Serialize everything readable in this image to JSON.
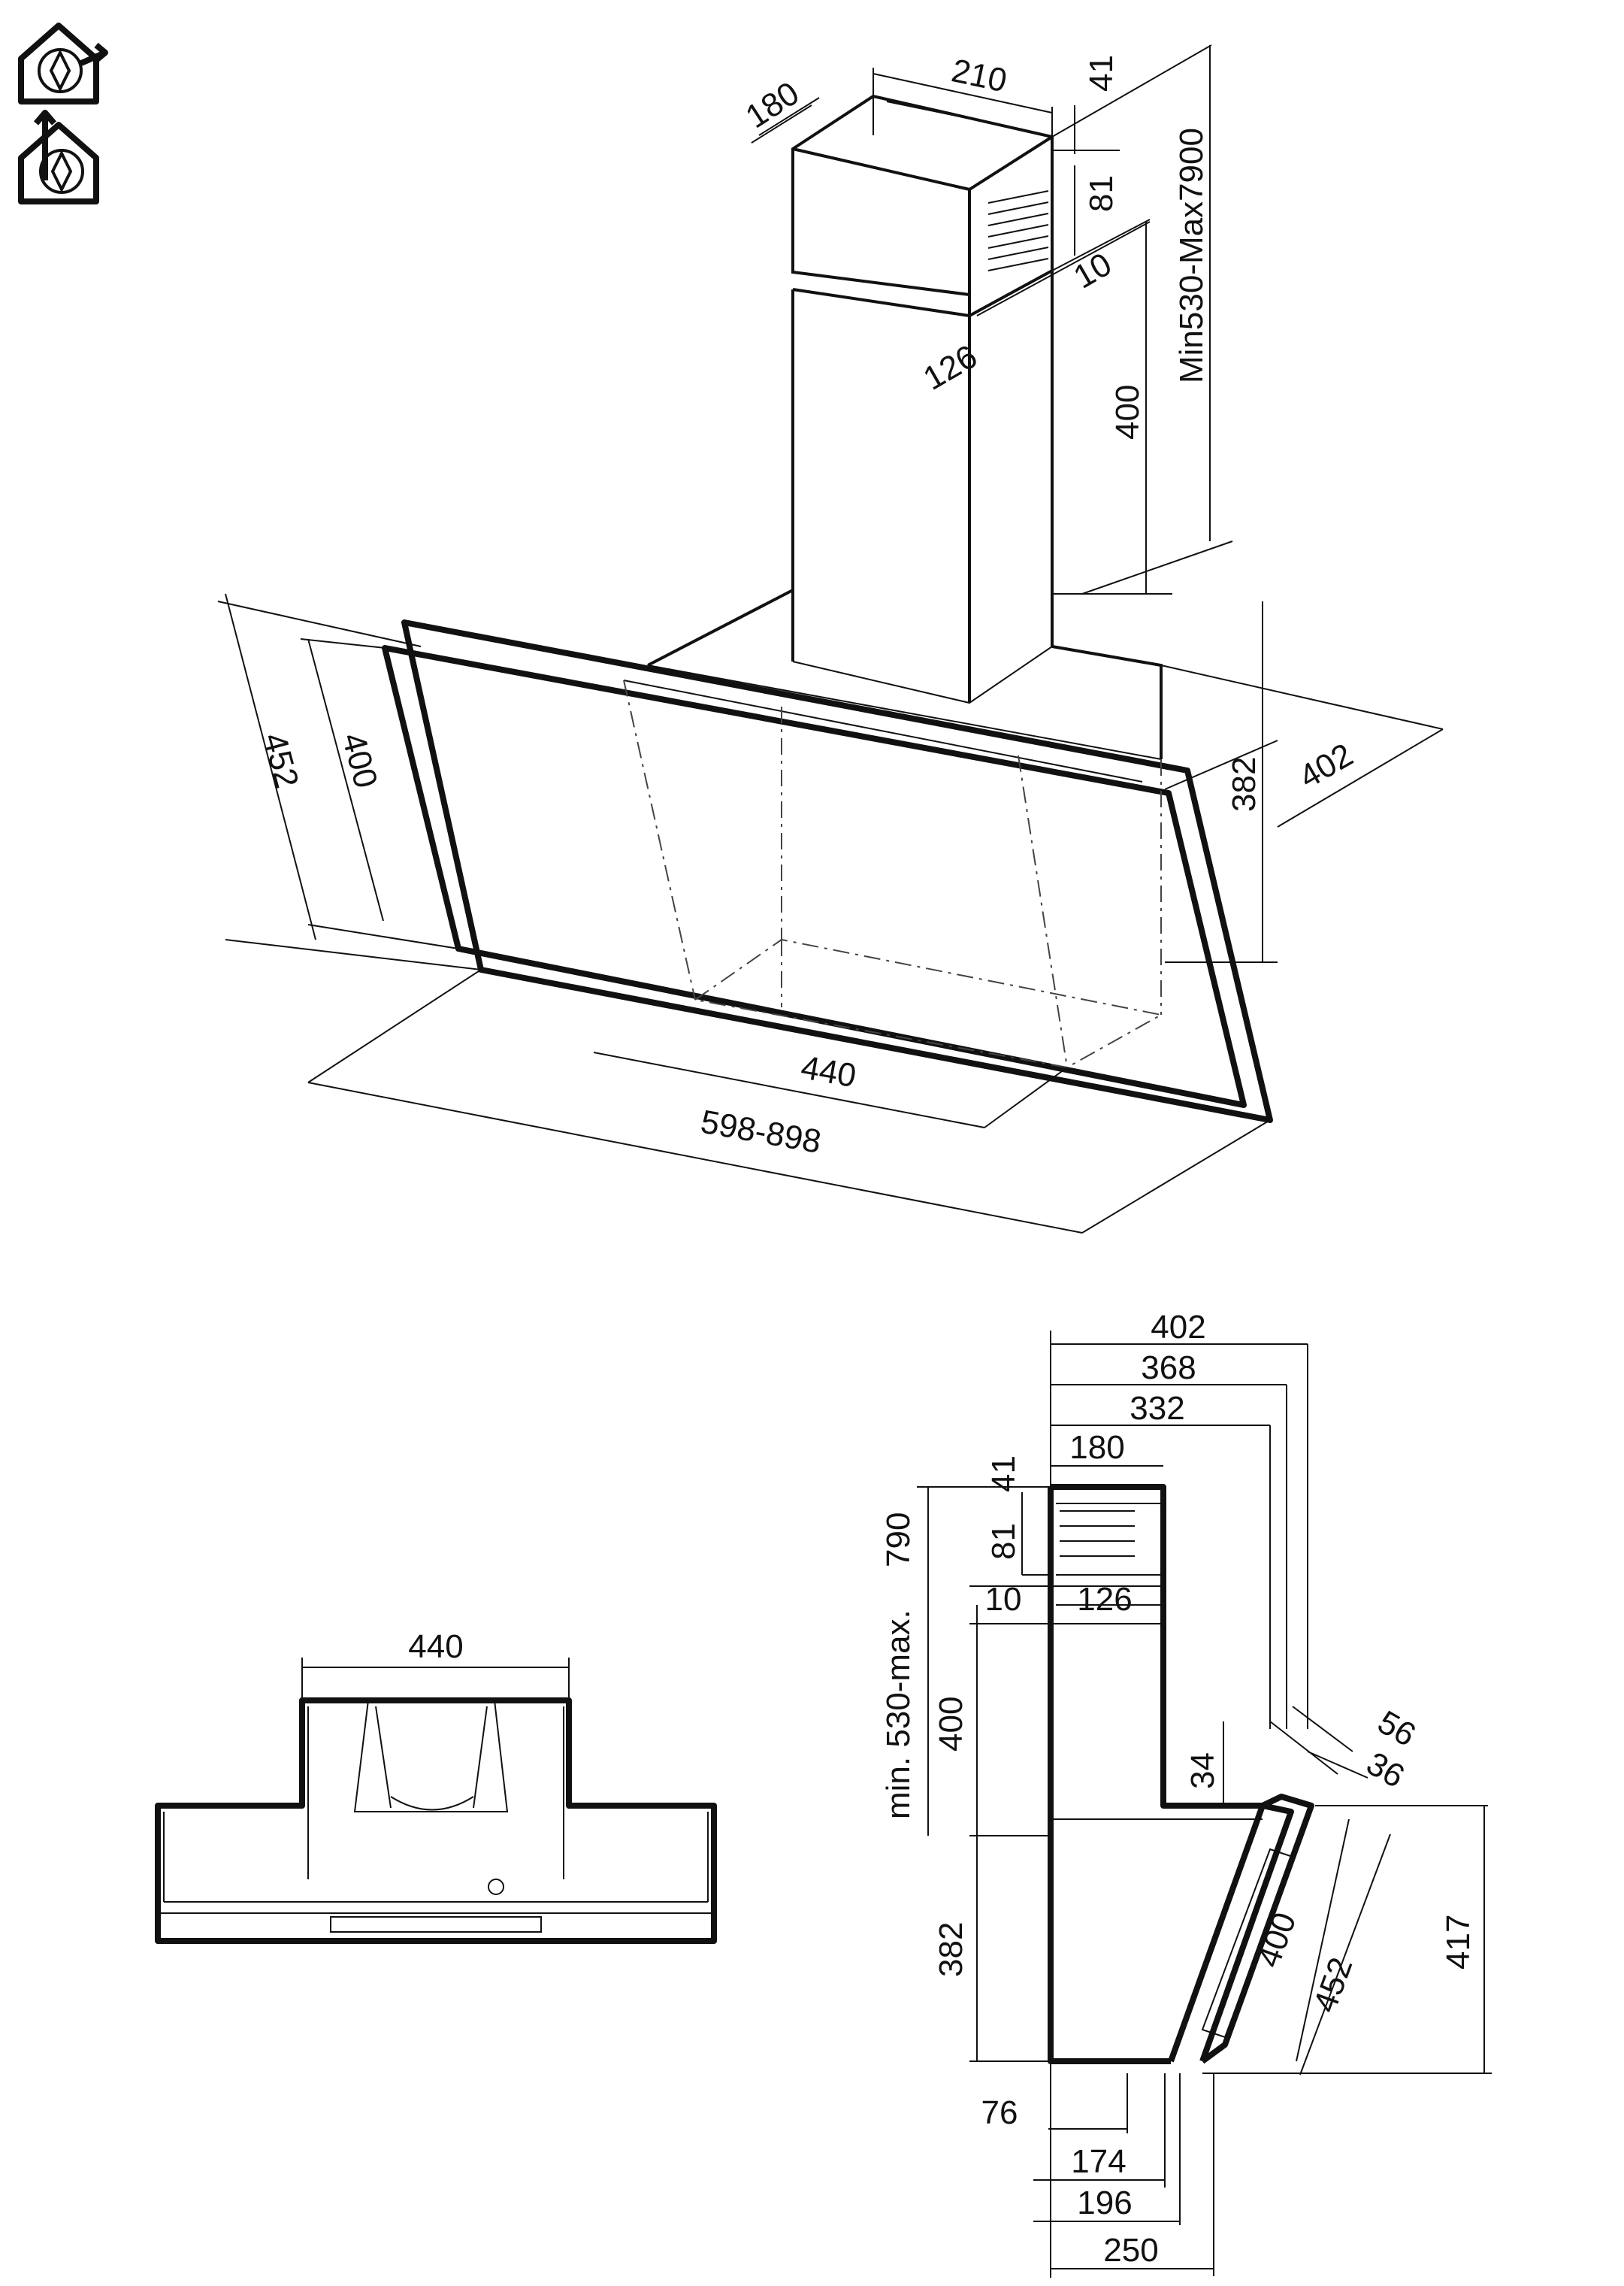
{
  "icons": [
    "recirculation-mode-icon",
    "extraction-mode-icon"
  ],
  "iso": {
    "chimney_depth": "180",
    "chimney_width": "210",
    "top_offset": "41",
    "vent_height": "81",
    "slot_offset": "10",
    "lower_chimney_width": "126",
    "lower_chimney_height": "400",
    "chimney_range": "Min530-Max7900",
    "glass_diag": "452",
    "glass_height": "400",
    "body_height": "382",
    "body_depth": "402",
    "inner_width": "440",
    "total_width": "598-898"
  },
  "front": {
    "width": "440"
  },
  "side": {
    "depth_402": "402",
    "depth_368": "368",
    "depth_332": "332",
    "chimney_depth": "180",
    "top_offset": "41",
    "range_upper": "790",
    "range_lower": "min. 530-max.",
    "vent_height": "81",
    "slot_offset": "10",
    "lower_chimney_width": "126",
    "lower_chimney_height": "400",
    "gap": "34",
    "glass_offset_56": "56",
    "glass_offset_36": "36",
    "glass_height": "400",
    "glass_diag": "452",
    "body_height": "382",
    "total_height": "417",
    "base_76": "76",
    "base_174": "174",
    "base_196": "196",
    "base_250": "250"
  }
}
